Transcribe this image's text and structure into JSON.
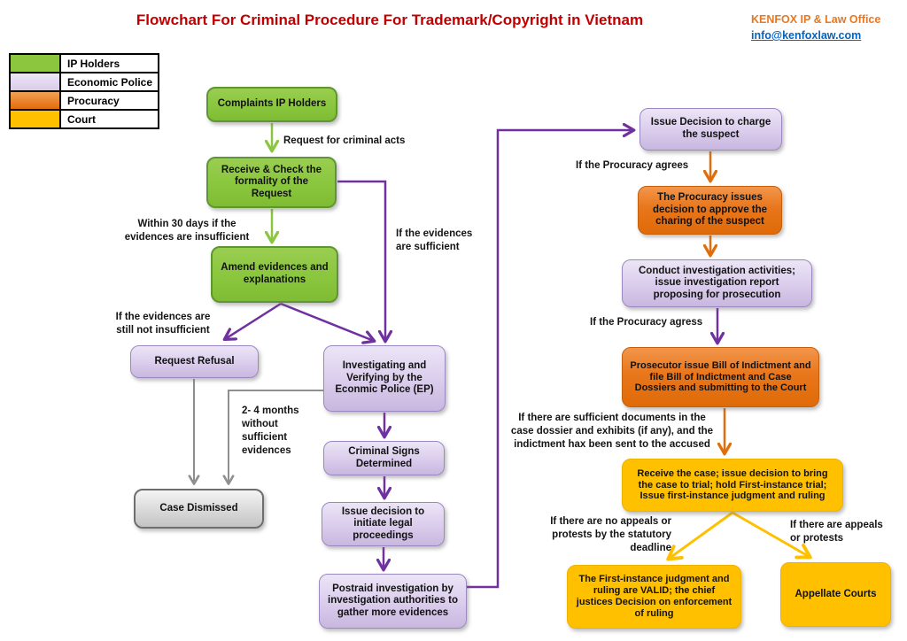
{
  "header": {
    "title": "Flowchart For Criminal Procedure For Trademark/Copyright in Vietnam",
    "org_name": "KENFOX  IP & Law Office",
    "email": "info@kenfoxlaw.com"
  },
  "colors": {
    "title_red": "#C00000",
    "org_orange": "#E87722",
    "email_blue": "#0563C1",
    "ip_holders_green": "#8CC63F",
    "economic_police_lavender": "#DACCEC",
    "procuracy_orange": "#E36C0A",
    "court_yellow": "#FFC000",
    "outcome_gray": "#D9D9D9",
    "arrow_purple": "#7030A0",
    "arrow_gray": "#8F8F8F"
  },
  "legend": {
    "items": [
      {
        "label": "IP Holders",
        "color": "#8CC63F"
      },
      {
        "label": "Economic Police",
        "color": "#DACCEC"
      },
      {
        "label": "Procuracy",
        "color": "#E36C0A"
      },
      {
        "label": "Court",
        "color": "#FFC000"
      }
    ]
  },
  "nodes": {
    "complaints": {
      "label": "Complaints IP Holders",
      "actor": "ip-holders"
    },
    "receive_check": {
      "label": "Receive & Check the formality of the Request",
      "actor": "ip-holders"
    },
    "amend": {
      "label": "Amend evidences and explanations",
      "actor": "ip-holders"
    },
    "request_refusal": {
      "label": "Request Refusal",
      "actor": "economic-police"
    },
    "investigating": {
      "label": "Investigating and Verifying by the Econmic Police (EP)",
      "actor": "economic-police"
    },
    "criminal_signs": {
      "label": "Criminal Signs Determined",
      "actor": "economic-police"
    },
    "case_dismissed": {
      "label": "Case Dismissed",
      "actor": "outcome"
    },
    "initiate": {
      "label": "Issue decision to initiate legal proceedings",
      "actor": "economic-police"
    },
    "postraid": {
      "label": "Postraid investigation by investigation authorities to gather more evidences",
      "actor": "economic-police"
    },
    "charge": {
      "label": "Issue Decision to charge the suspect",
      "actor": "economic-police"
    },
    "approve": {
      "label": "The Procuracy issues decision to approve the charing of the suspect",
      "actor": "procuracy"
    },
    "conduct": {
      "label": "Conduct investigation activities; issue investigation report proposing for prosecution",
      "actor": "economic-police"
    },
    "prosecutor": {
      "label": "Prosecutor issue Bill of Indictment and file Bill of Indictment and Case Dossiers and submitting to the Court",
      "actor": "procuracy"
    },
    "receive_case": {
      "label": "Receive the case; issue decision to bring the case to trial; hold First-instance trial; Issue first-instance judgment and ruling",
      "actor": "court"
    },
    "valid": {
      "label": "The First-instance judgment and ruling are VALID; the chief justices Decision on enforcement of ruling",
      "actor": "court"
    },
    "appellate": {
      "label": "Appellate Courts",
      "actor": "court"
    }
  },
  "edge_labels": {
    "request_criminal": "Request for criminal acts",
    "within_30": "Within 30 days if the evidences are insufficient",
    "sufficient": "If the evidences are sufficient",
    "still_not": "If the evidences are still not insufficient",
    "months": "2- 4 months without sufficient evidences",
    "agrees": "If the Procuracy agrees",
    "agress": "If the Procuracy agress",
    "sufficient_docs": "If there are sufficient documents in the case dossier and exhibits (if any), and the indictment hax been sent to the accused",
    "no_appeals": "If there are no appeals or protests by the statutory deadline",
    "appeals": "If there are appeals or protests"
  }
}
